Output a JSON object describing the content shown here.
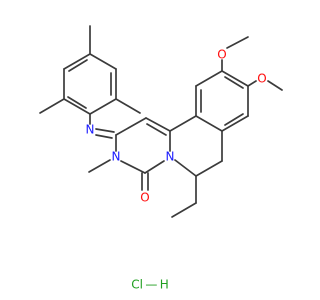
{
  "molecule": {
    "atoms": {
      "nitrogen_imine": {
        "text": "N",
        "color": "#1a1aff"
      },
      "nitrogen_ring": {
        "text": "N",
        "color": "#1a1aff"
      },
      "nitrogen_fused": {
        "text": "N",
        "color": "#1a1aff"
      },
      "oxygen_carbonyl": {
        "text": "O",
        "color": "#ff0d0d"
      },
      "oxygen_methoxy_top": {
        "text": "O",
        "color": "#ff0d0d"
      },
      "oxygen_methoxy_right": {
        "text": "O",
        "color": "#ff0d0d"
      }
    },
    "salt": {
      "text": "Cl — H",
      "color": "#1f9e1f"
    }
  }
}
